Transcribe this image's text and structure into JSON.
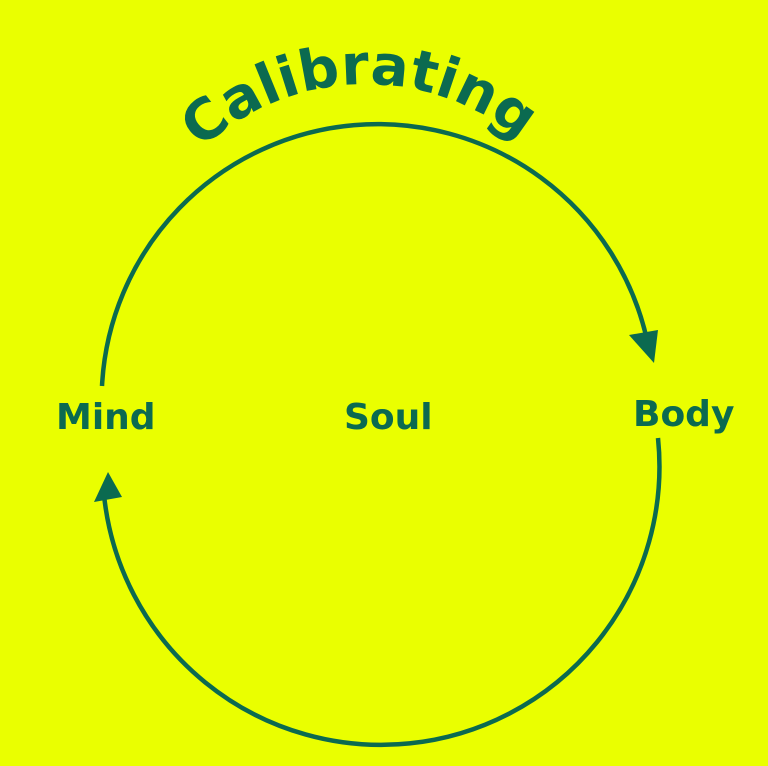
{
  "colors": {
    "background": "#eaff00",
    "accent": "#0b6a50"
  },
  "diagram": {
    "title": "Calibrating",
    "nodes": {
      "left": "Mind",
      "center": "Soul",
      "right": "Body"
    }
  }
}
